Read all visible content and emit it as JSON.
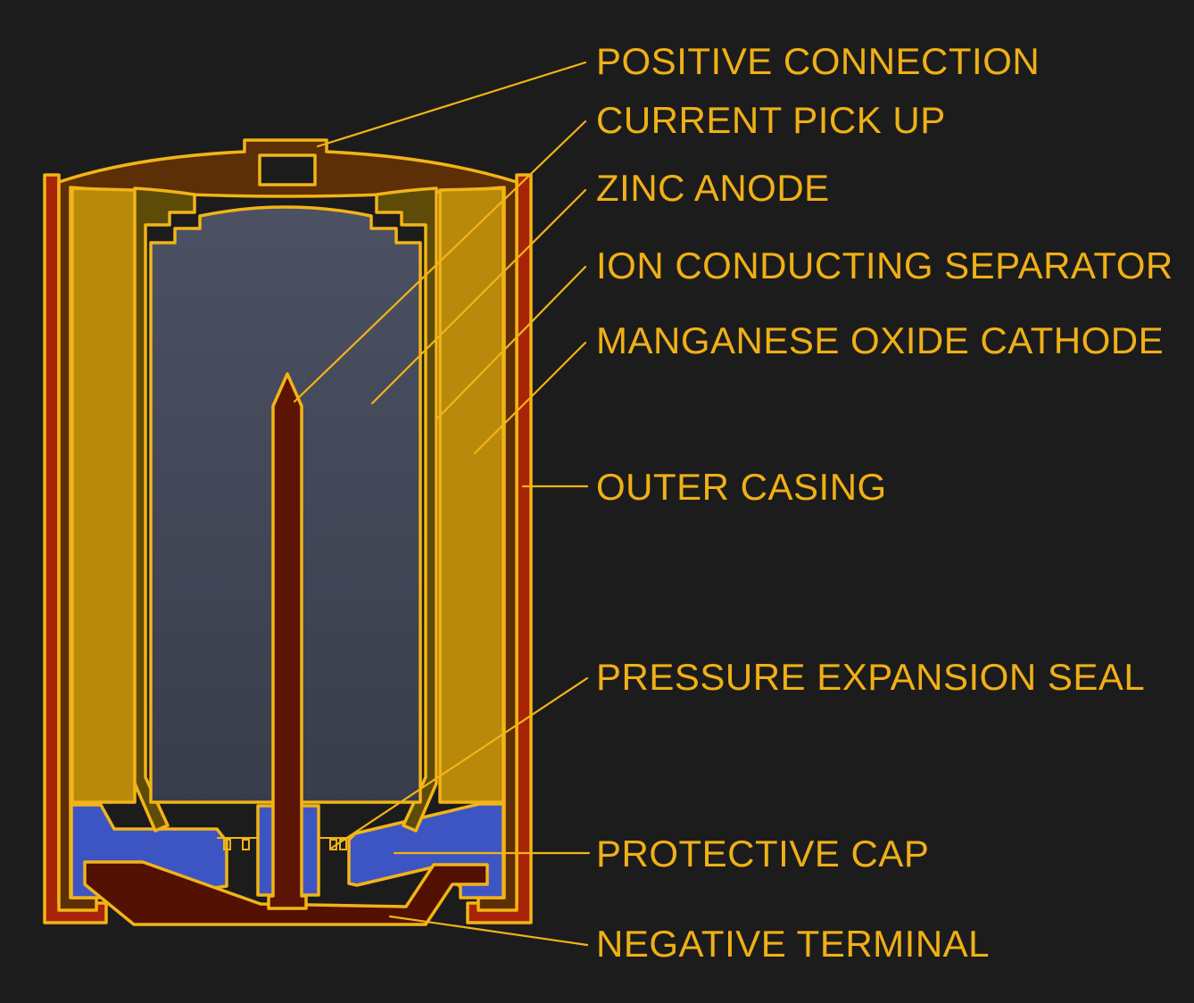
{
  "diagram": {
    "subject": "Battery cell cross-section",
    "background_color": "#1d1c1c",
    "line_color": "#f2b417",
    "text_color": "#efb017"
  },
  "labels": [
    {
      "id": "positive-connection",
      "text": "POSITIVE CONNECTION"
    },
    {
      "id": "current-pick-up",
      "text": "CURRENT PICK UP"
    },
    {
      "id": "zinc-anode",
      "text": "ZINC ANODE"
    },
    {
      "id": "ion-conducting-separator",
      "text": "ION CONDUCTING SEPARATOR"
    },
    {
      "id": "manganese-oxide-cathode",
      "text": "MANGANESE OXIDE CATHODE"
    },
    {
      "id": "outer-casing",
      "text": "OUTER CASING"
    },
    {
      "id": "pressure-expansion-seal",
      "text": "PRESSURE EXPANSION SEAL"
    },
    {
      "id": "protective-cap",
      "text": "PROTECTIVE CAP"
    },
    {
      "id": "negative-terminal",
      "text": "NEGATIVE TERMINAL"
    }
  ],
  "parts": [
    {
      "name": "outer casing",
      "color": "#a82408"
    },
    {
      "name": "positive connection cap",
      "color": "#5c2f07"
    },
    {
      "name": "manganese oxide cathode",
      "color": "#b8890a"
    },
    {
      "name": "ion conducting separator",
      "color": "#5e4b07"
    },
    {
      "name": "zinc anode",
      "color": "#474c5c"
    },
    {
      "name": "current pick up rod",
      "color": "#5c1505"
    },
    {
      "name": "pressure expansion seal",
      "color": "#3d55c3"
    },
    {
      "name": "protective cap",
      "color": "#3d55c3"
    },
    {
      "name": "negative terminal",
      "color": "#521103"
    }
  ]
}
